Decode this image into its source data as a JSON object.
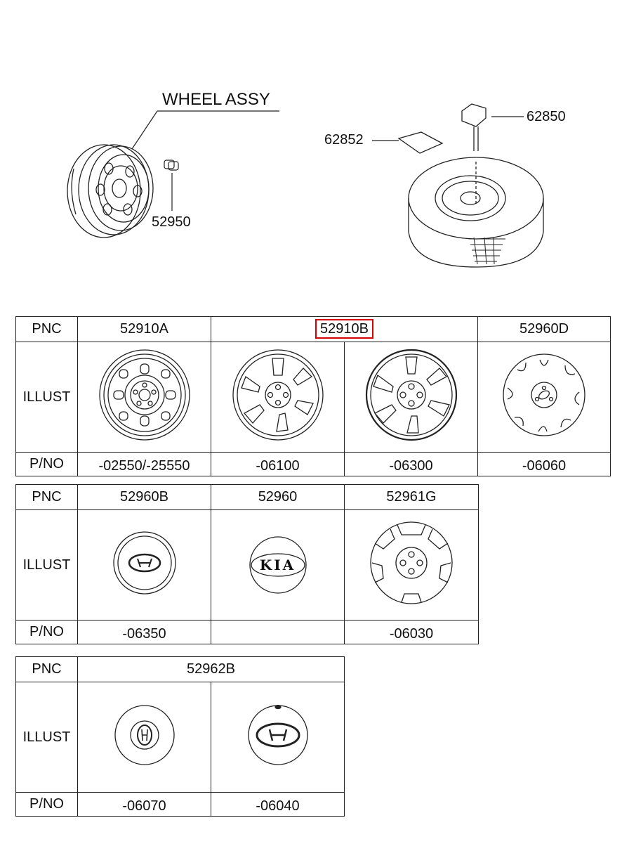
{
  "diagram": {
    "wheel_assy_label": "WHEEL ASSY",
    "callouts": {
      "p52950": "52950",
      "p62850": "62850",
      "p62852": "62852"
    }
  },
  "table1": {
    "row_labels": {
      "pnc": "PNC",
      "illust": "ILLUST",
      "pno": "P/NO"
    },
    "pnc": [
      "52910A",
      "52910B",
      "52960D"
    ],
    "highlighted_pnc": "52910B",
    "pno": [
      "-02550/-25550",
      "-06100",
      "-06300",
      "-06060"
    ]
  },
  "table2": {
    "row_labels": {
      "pnc": "PNC",
      "illust": "ILLUST",
      "pno": "P/NO"
    },
    "pnc": [
      "52960B",
      "52960",
      "52961G"
    ],
    "pno": [
      "-06350",
      "",
      "-06030"
    ],
    "logo_text": "KIA"
  },
  "table3": {
    "row_labels": {
      "pnc": "PNC",
      "illust": "ILLUST",
      "pno": "P/NO"
    },
    "pnc": [
      "52962B"
    ],
    "pno": [
      "-06070",
      "-06040"
    ]
  }
}
